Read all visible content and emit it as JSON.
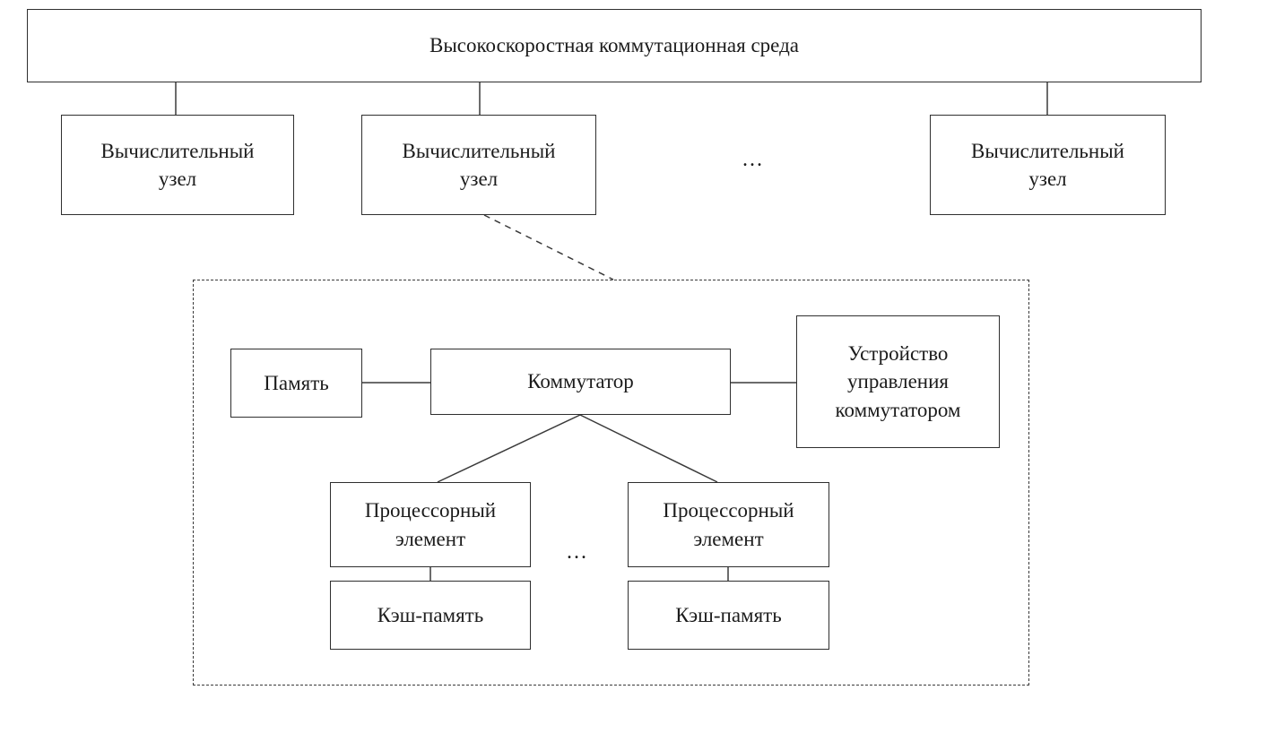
{
  "diagram": {
    "bus": {
      "label": "Высокоскоростная коммутационная среда"
    },
    "nodes": [
      {
        "label": "Вычислительный\nузел"
      },
      {
        "label": "Вычислительный\nузел"
      },
      {
        "label": "Вычислительный\nузел"
      }
    ],
    "nodes_ellipsis": "...",
    "detail": {
      "memory": {
        "label": "Память"
      },
      "switch": {
        "label": "Коммутатор"
      },
      "controller": {
        "label": "Устройство\nуправления\nкоммутатором"
      },
      "processors": [
        {
          "label": "Процессорный\nэлемент"
        },
        {
          "label": "Процессорный\nэлемент"
        }
      ],
      "processors_ellipsis": "...",
      "caches": [
        {
          "label": "Кэш-память"
        },
        {
          "label": "Кэш-память"
        }
      ]
    }
  }
}
